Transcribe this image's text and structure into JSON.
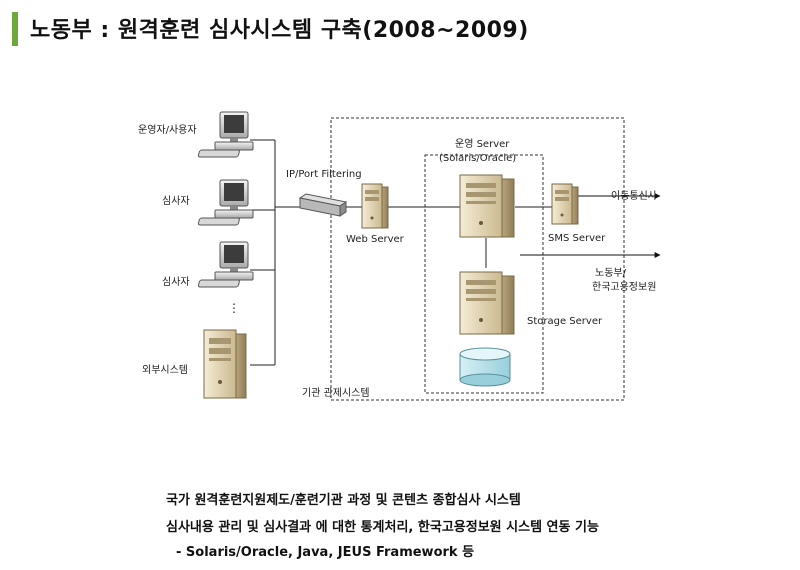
{
  "page": {
    "title": "노동부 : 원격훈련 심사시스템 구축(2008~2009)"
  },
  "diagram": {
    "clients": [
      {
        "label": "운영자/사용자"
      },
      {
        "label": "심사자"
      },
      {
        "label": "심사자"
      },
      {
        "label": "외부시스템"
      }
    ],
    "ellipsis": "⋮",
    "firewall_label": "IP/Port Filtering",
    "web_server_label": "Web Server",
    "ops_server_label": "운영 Server",
    "ops_server_sublabel": "(Solaris/Oracle)",
    "storage_server_label": "Storage Server",
    "sms_server_label": "SMS Server",
    "mobile_carrier_label": "이동통신사",
    "ministry_label_line1": "노동부/",
    "ministry_label_line2": "한국고용정보원",
    "boundary_label": "기관 관제시스템"
  },
  "summary": {
    "line1": "국가 원격훈련지원제도/훈련기관 과정 및 콘텐츠 종합심사 시스템",
    "line2": "심사내용 관리 및 심사결과 에 대한 통계처리, 한국고용정보원 시스템 연동 기능",
    "line3": "- Solaris/Oracle, Java, JEUS Framework 등"
  },
  "colors": {
    "accent_bar": "#6fa83a",
    "server_body": "#e9dcc0",
    "database": "#bfe4ec"
  }
}
